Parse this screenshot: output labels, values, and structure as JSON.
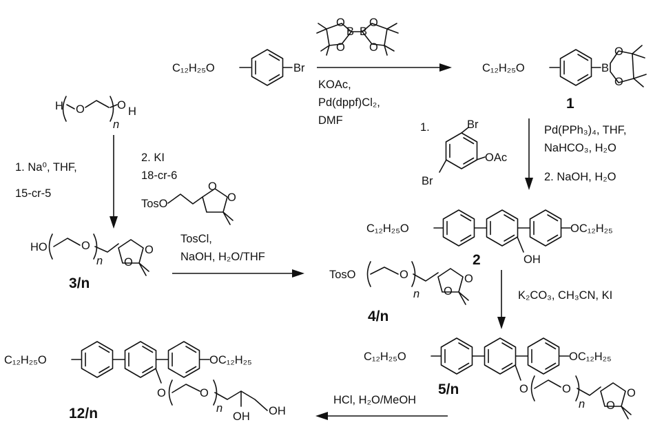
{
  "colors": {
    "ink": "#111111",
    "background": "#ffffff"
  },
  "reagents": {
    "borylation": [
      "KOAc,",
      "Pd(dppf)Cl₂,",
      "DMF"
    ],
    "suzuki": [
      "Pd(PPh₃)₄, THF,",
      "NaHCO₃, H₂O",
      "2. NaOH, H₂O"
    ],
    "suzuki_step1_number": "1.",
    "alkylation_step1": [
      "1. Na⁰, THF,",
      "15-cr-5"
    ],
    "alkylation_step2": [
      "2. KI",
      "18-cr-6"
    ],
    "tosylation": [
      "TosCl,",
      "NaOH, H₂O/THF"
    ],
    "etherification": [
      "K₂CO₃, CH₃CN, KI"
    ],
    "deprotection": [
      "HCl, H₂O/MeOH"
    ]
  },
  "fragments": {
    "dodecyloxy_left": "C₁₂H₂₅O",
    "dodecyloxy_right": "OC₁₂H₂₅",
    "bromo": "Br",
    "boron": "B",
    "oxygen": "O",
    "acetoxy": "OAc",
    "hydroxy": "OH",
    "hydroxy_left": "HO",
    "hydrogen": "H",
    "tosyloxy": "TosO",
    "repeat_n": "n"
  },
  "compounds": {
    "c1": "1",
    "c2": "2",
    "c3": "3/n",
    "c4": "4/n",
    "c5": "5/n",
    "c12": "12/n"
  }
}
